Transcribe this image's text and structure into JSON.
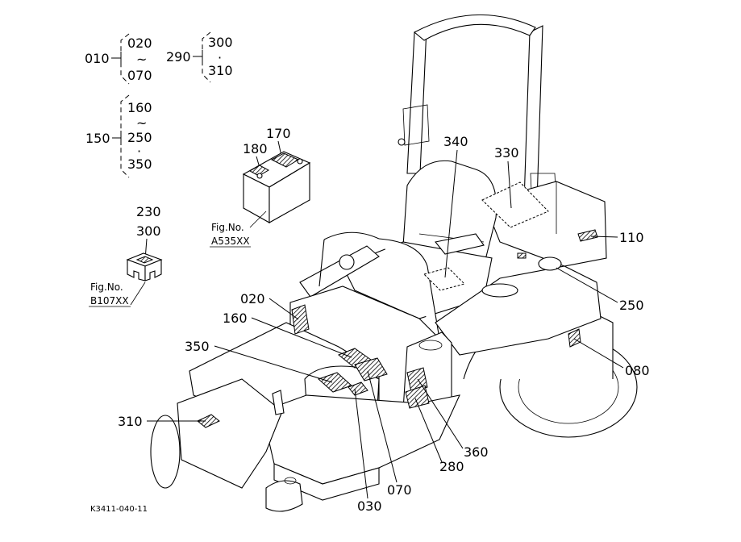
{
  "groups": {
    "g010": {
      "base": "010",
      "top": "020",
      "sep": "~",
      "bottom": "070"
    },
    "g290": {
      "base": "290",
      "top": "300",
      "sep": "·",
      "bottom": "310"
    },
    "g150": {
      "base": "150",
      "l1": "160",
      "sep1": "~",
      "l2": "250",
      "sep2": "·",
      "l3": "350"
    }
  },
  "battery": {
    "ref1": "170",
    "ref2": "180",
    "fig_label": "Fig.No.",
    "fig_no": "A535XX"
  },
  "bracket": {
    "ref1": "230",
    "ref2": "300",
    "fig_label": "Fig.No.",
    "fig_no": "B107XX"
  },
  "callouts": {
    "c340": "340",
    "c330": "330",
    "c110": "110",
    "c250": "250",
    "c080": "080",
    "c020": "020",
    "c160": "160",
    "c350": "350",
    "c310": "310",
    "c360": "360",
    "c280": "280",
    "c070": "070",
    "c030": "030"
  },
  "drawing_code": "K3411-040-11"
}
